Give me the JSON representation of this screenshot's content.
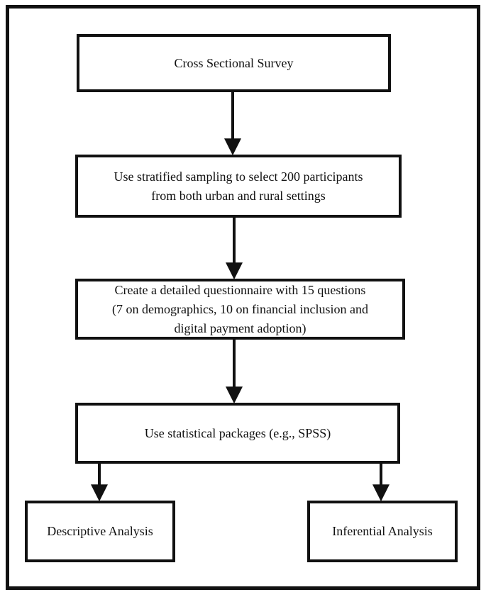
{
  "diagram": {
    "nodes": {
      "survey": "Cross Sectional Survey",
      "sampling": "Use stratified sampling to select 200 participants\nfrom both urban and rural settings",
      "questionnaire": "Create a detailed questionnaire with 15 questions\n(7 on demographics, 10 on financial inclusion and\ndigital payment adoption)",
      "statistics": "Use statistical packages (e.g., SPSS)",
      "descriptive": "Descriptive Analysis",
      "inferential": "Inferential Analysis"
    },
    "edges": [
      [
        "survey",
        "sampling"
      ],
      [
        "sampling",
        "questionnaire"
      ],
      [
        "questionnaire",
        "statistics"
      ],
      [
        "statistics",
        "descriptive"
      ],
      [
        "statistics",
        "inferential"
      ]
    ]
  }
}
